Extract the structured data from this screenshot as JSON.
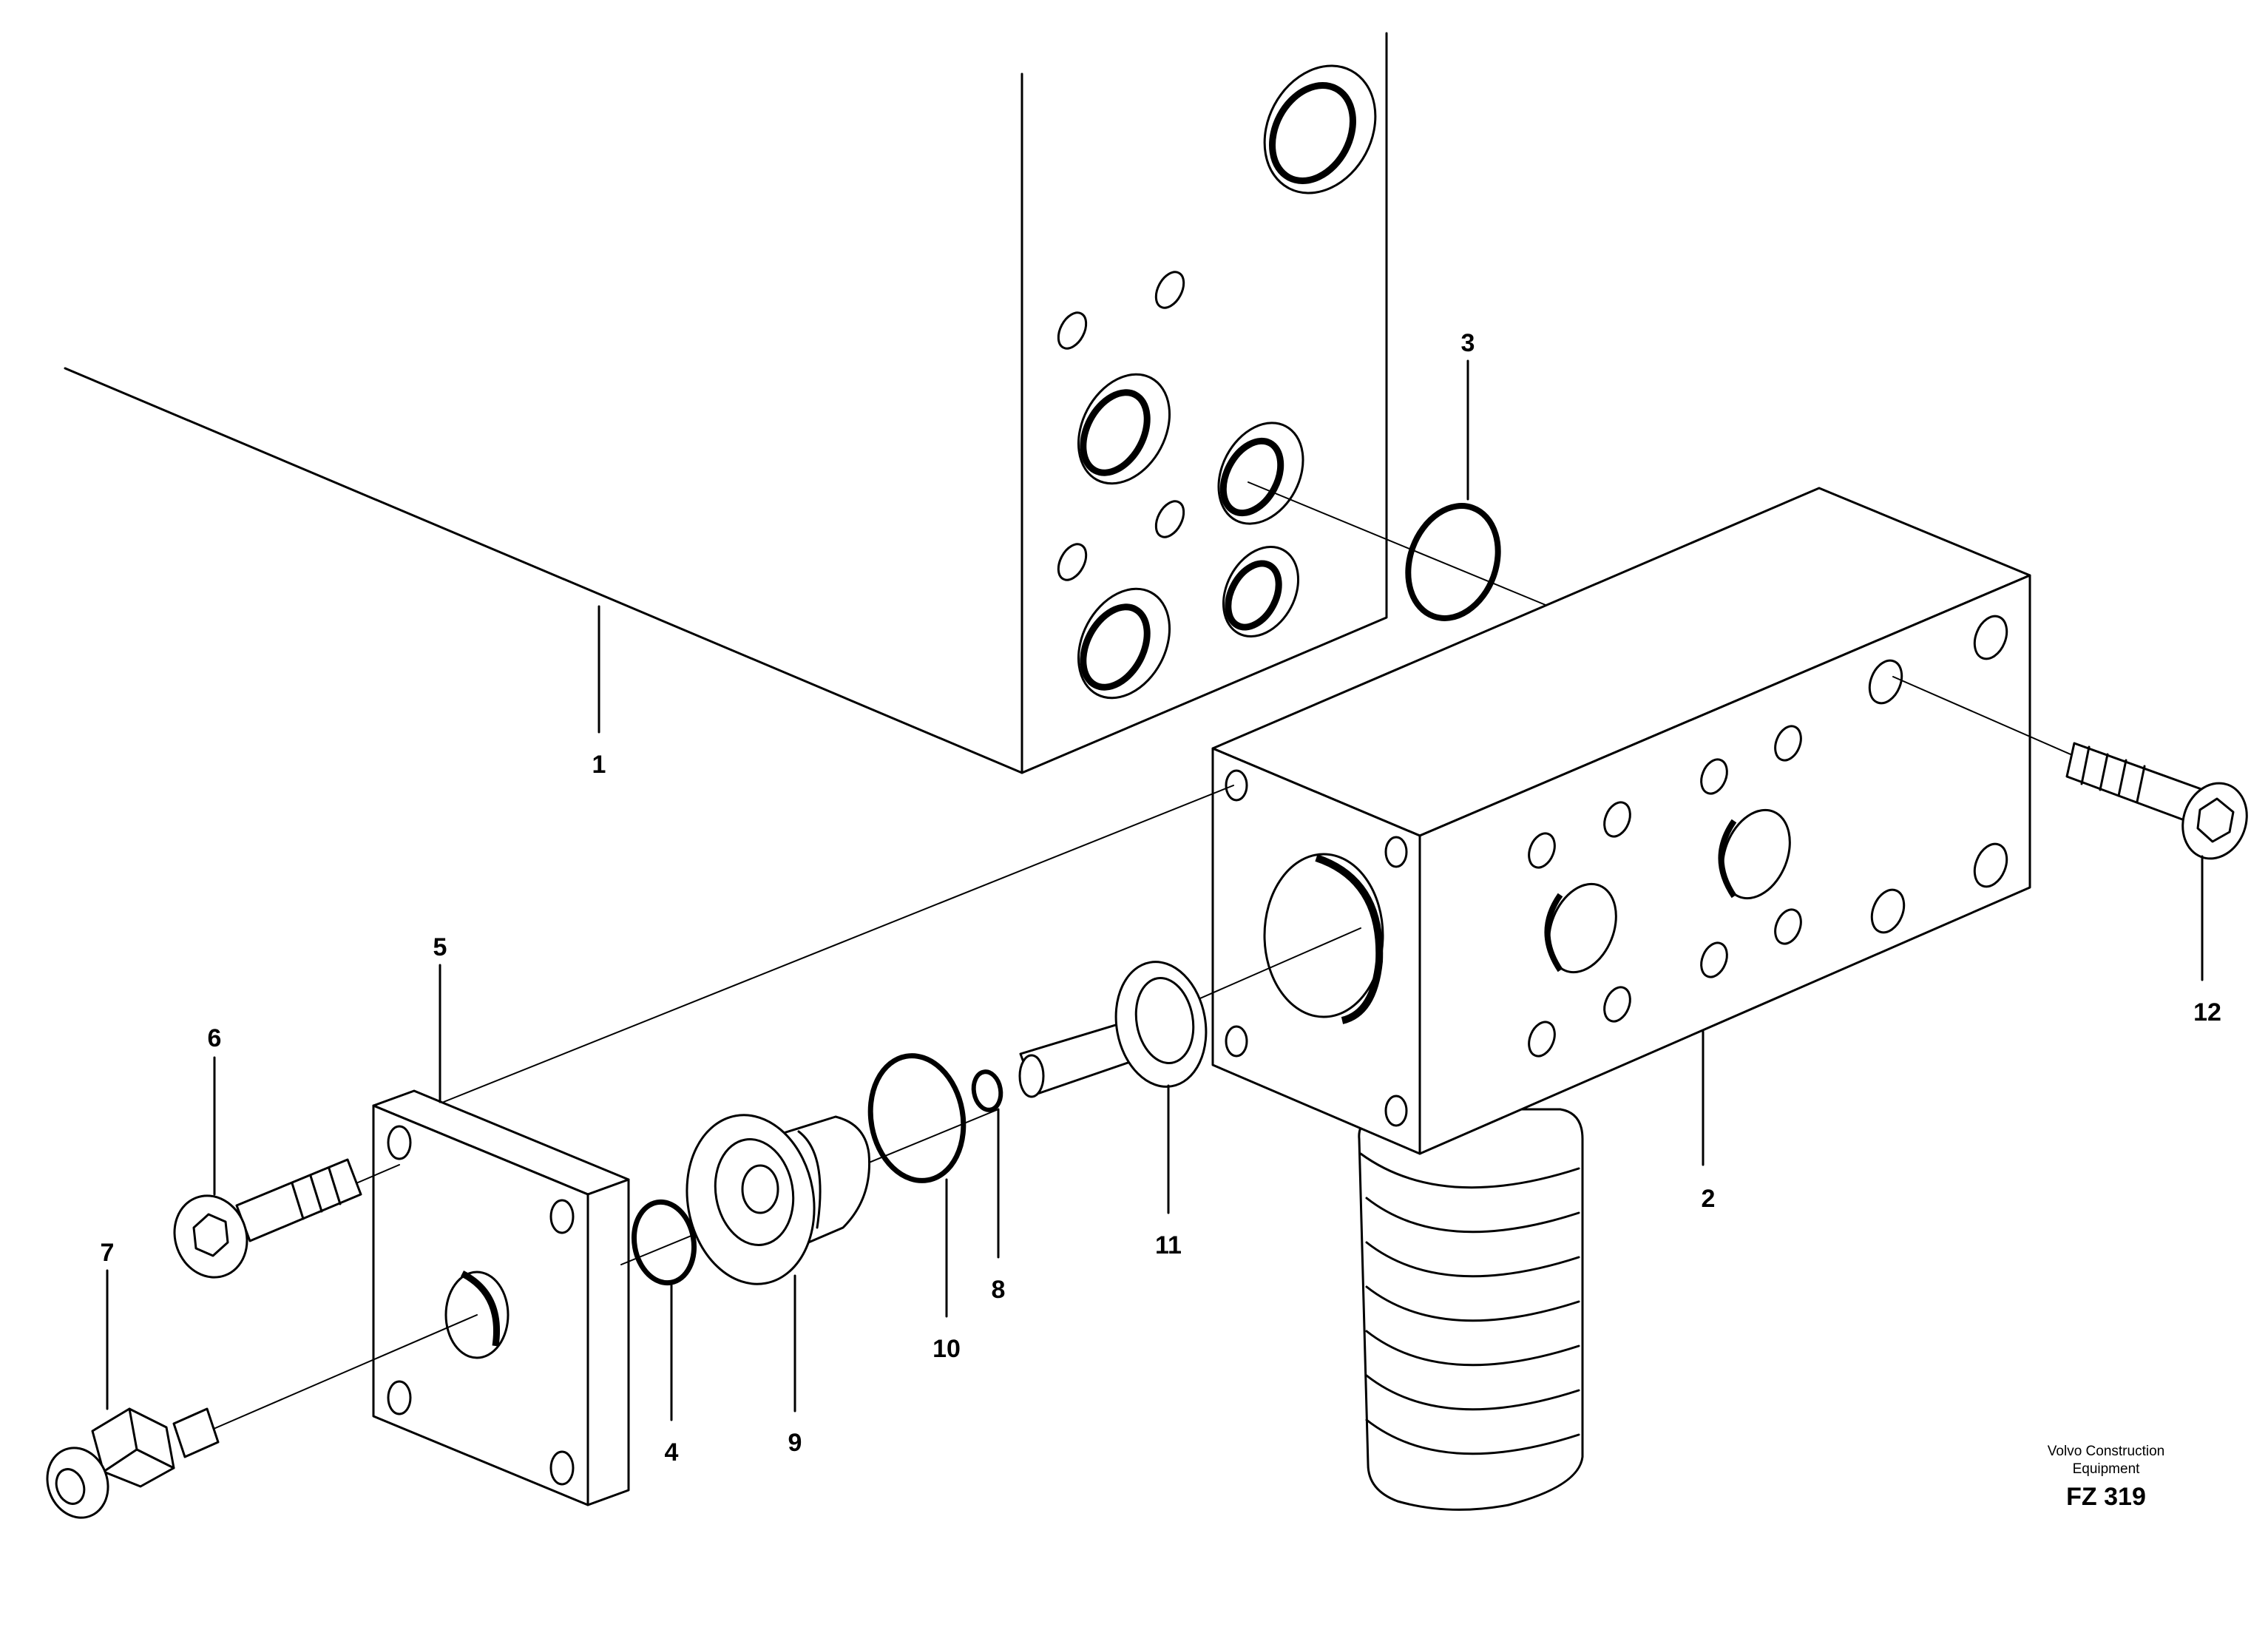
{
  "labels": {
    "p1": "1",
    "p2": "2",
    "p3": "3",
    "p4": "4",
    "p5": "5",
    "p6": "6",
    "p7": "7",
    "p8": "8",
    "p9": "9",
    "p10": "10",
    "p11": "11",
    "p12": "12"
  },
  "caption": {
    "brand_line1": "Volvo Construction",
    "brand_line2": "Equipment",
    "code": "FZ 319"
  }
}
